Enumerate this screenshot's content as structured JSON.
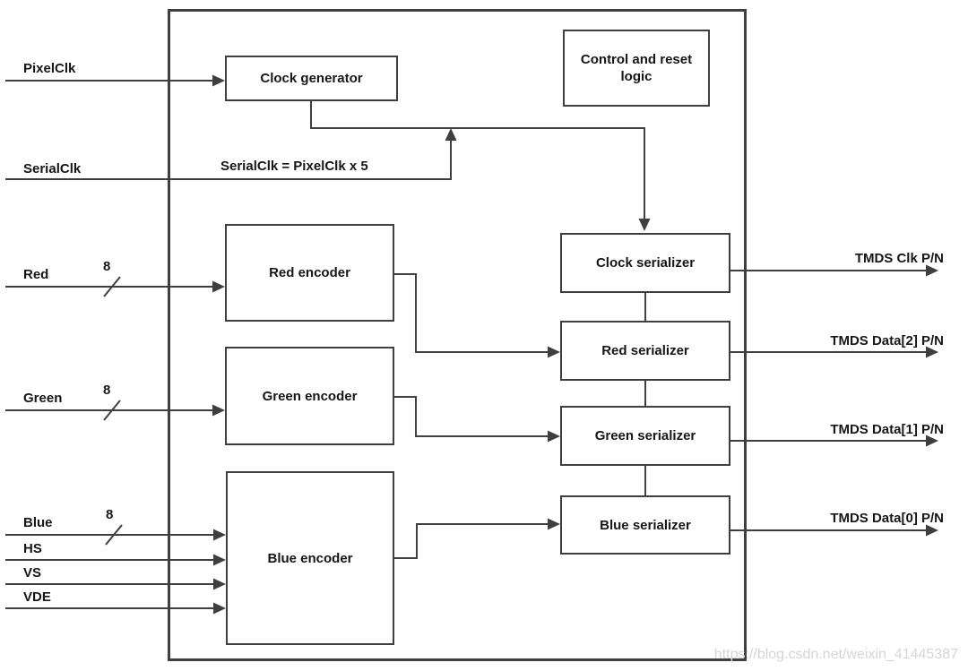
{
  "diagram": {
    "blocks": {
      "clock_generator": "Clock generator",
      "control_reset_logic": "Control and reset logic",
      "red_encoder": "Red encoder",
      "green_encoder": "Green encoder",
      "blue_encoder": "Blue encoder",
      "clock_serializer": "Clock serializer",
      "red_serializer": "Red serializer",
      "green_serializer": "Green serializer",
      "blue_serializer": "Blue serializer"
    },
    "inputs": {
      "pixelclk": "PixelClk",
      "serialclk": "SerialClk",
      "red": "Red",
      "green": "Green",
      "blue": "Blue",
      "hs": "HS",
      "vs": "VS",
      "vde": "VDE",
      "bus_width": "8"
    },
    "outputs": {
      "tmds_clk": "TMDS Clk P/N",
      "tmds_data2": "TMDS Data[2] P/N",
      "tmds_data1": "TMDS Data[1] P/N",
      "tmds_data0": "TMDS Data[0] P/N"
    },
    "annotations": {
      "serialclk_equation": "SerialClk = PixelClk x 5",
      "watermark": "https://blog.csdn.net/weixin_41445387"
    },
    "colors": {
      "line": "#3f3f3f",
      "text": "#161616",
      "watermark": "#d5d5d5"
    }
  }
}
